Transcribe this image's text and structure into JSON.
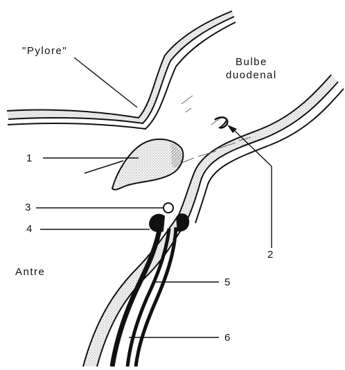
{
  "labels": {
    "pylore": "\"Pylore\"",
    "bulbe_line1": "Bulbe",
    "bulbe_line2": "duodenal",
    "antre": "Antre"
  },
  "callouts": [
    "1",
    "2",
    "3",
    "4",
    "5",
    "6"
  ],
  "colors": {
    "ink": "#111111",
    "wall_fill": "#ececec",
    "background": "#ffffff"
  }
}
